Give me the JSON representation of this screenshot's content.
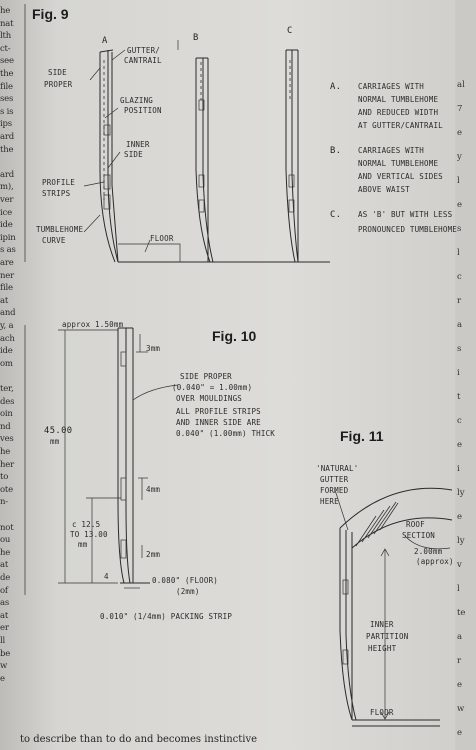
{
  "left_margin": [
    "he",
    "nat",
    "lth",
    "ct-",
    "see",
    "the",
    "file",
    "ses",
    "s is",
    "ips",
    "ard",
    "the",
    "",
    "ard",
    "m),",
    "ver",
    "ice",
    "ide",
    "ipin",
    "s as",
    "are",
    "ner",
    "file",
    "at",
    "and",
    "y, a",
    "ach",
    "ide",
    "om",
    "",
    "ter,",
    "des",
    "oin",
    "nd",
    "ves",
    "he",
    "her",
    "to",
    "ote",
    "n-",
    "",
    "not",
    "ou",
    "he",
    "at",
    "de",
    "of",
    "as",
    "at",
    "er",
    "ll",
    "be",
    "w",
    "e"
  ],
  "right_margin": [
    "al",
    "7",
    "e",
    "y",
    "l",
    "e",
    "s",
    "l",
    "c",
    "r",
    "a",
    "s",
    "i",
    "t",
    "c",
    "e",
    "i",
    "ly",
    "e",
    "ly",
    "v",
    "l",
    "te",
    "a",
    "r",
    "e",
    "w",
    "e"
  ],
  "fig9": {
    "title": "Fig. 9",
    "col_a": "A",
    "col_b": "B",
    "col_c": "C",
    "labels": {
      "gutter": "GUTTER/",
      "cantrail": "CANTRAIL",
      "side": "SIDE",
      "proper": "PROPER",
      "glazing": "GLAZING",
      "position": "POSITION",
      "inner": "INNER",
      "inner_side": "SIDE",
      "profile": "PROFILE",
      "strips": "STRIPS",
      "tumblehome": "TUMBLEHOME",
      "curve": "CURVE",
      "floor": "FLOOR"
    },
    "legend": [
      {
        "key": "A.",
        "lines": [
          "CARRIAGES WITH",
          "NORMAL TUMBLEHOME",
          "AND REDUCED WIDTH",
          "AT GUTTER/CANTRAIL"
        ]
      },
      {
        "key": "B.",
        "lines": [
          "CARRIAGES WITH",
          "NORMAL TUMBLEHOME",
          "AND VERTICAL SIDES",
          "ABOVE WAIST"
        ]
      },
      {
        "key": "C.",
        "lines": [
          "AS 'B' BUT WITH LESS",
          "PRONOUNCED TUMBLEHOME"
        ]
      }
    ]
  },
  "fig10": {
    "title": "Fig. 10",
    "approx": "approx 1.50mm",
    "dim_45": "45.00",
    "dim_45_unit": "mm",
    "dim_3": "3mm",
    "side_proper": [
      "SIDE PROPER",
      "(0.040\" = 1.00mm)",
      "OVER MOULDINGS"
    ],
    "note": [
      "ALL PROFILE STRIPS",
      "AND INNER SIDE ARE",
      "0.040\" (1.00mm) THICK"
    ],
    "dim_4": "4mm",
    "dim_125": [
      "c 12.5",
      "TO 13.00",
      "mm"
    ],
    "dim_2": "2mm",
    "dim_4b": "4",
    "floor_note": [
      "0.080\" (FLOOR)",
      "(2mm)"
    ],
    "packing": "0.010\" (1/4mm) PACKING STRIP"
  },
  "fig11": {
    "title": "Fig. 11",
    "natural": [
      "'NATURAL'",
      "GUTTER",
      "FORMED",
      "HERE"
    ],
    "roof": [
      "ROOF",
      "SECTION"
    ],
    "approx": [
      "2.00mm",
      "(approx)"
    ],
    "inner": [
      "INNER",
      "PARTITION",
      "HEIGHT"
    ],
    "floor": "FLOOR"
  },
  "bottom_text": "to describe than to do and becomes instinctive"
}
